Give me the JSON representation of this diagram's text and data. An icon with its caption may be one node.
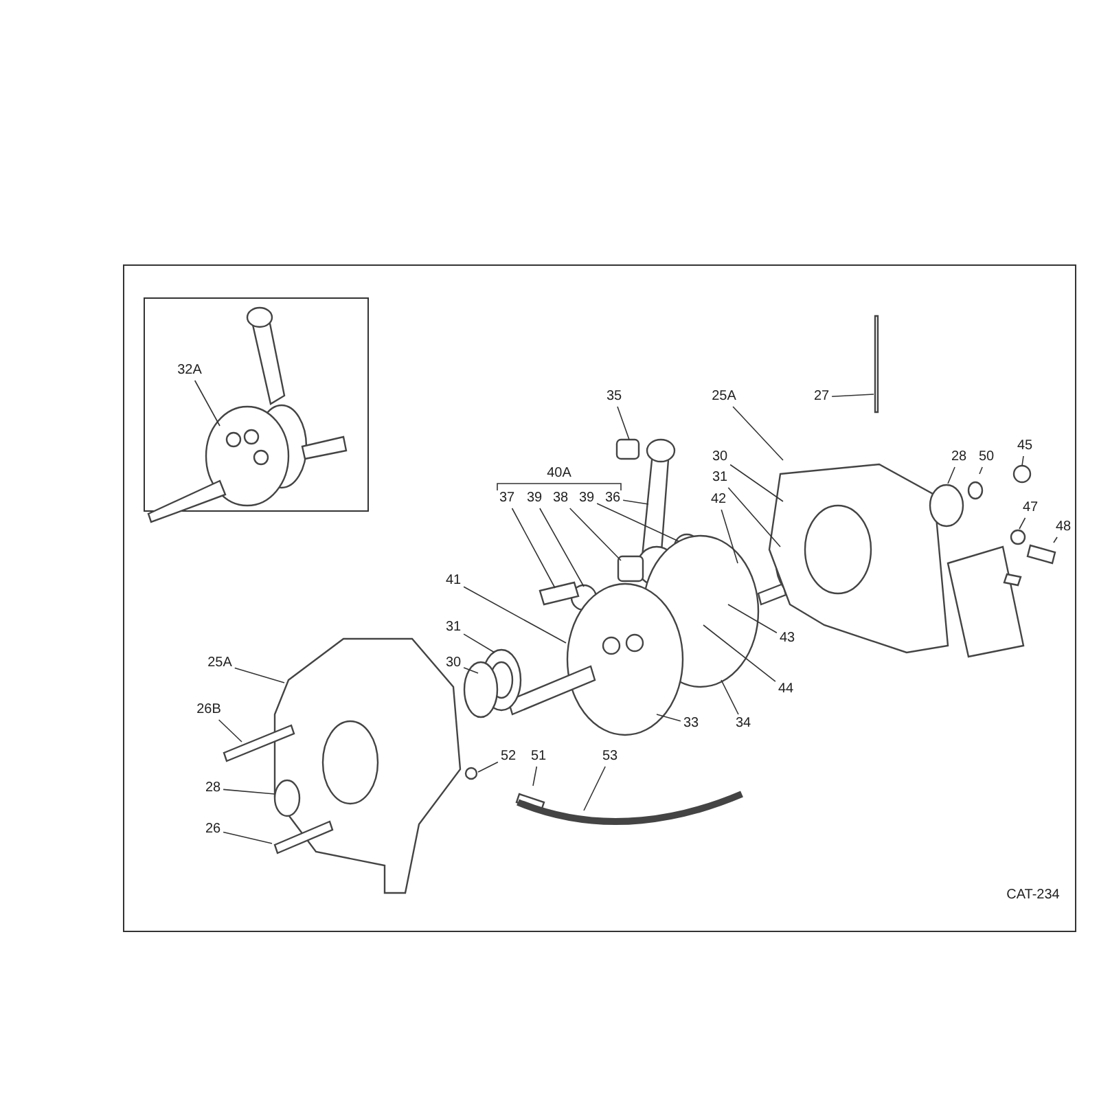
{
  "diagram": {
    "nodes": [
      {
        "text": [
          "32A"
        ]
      },
      {
        "text": [
          "35"
        ]
      },
      {
        "text": [
          "25A"
        ]
      },
      {
        "text": [
          "27"
        ]
      },
      {
        "text": [
          "30"
        ]
      },
      {
        "text": [
          "31"
        ]
      },
      {
        "text": [
          "42"
        ]
      },
      {
        "text": [
          "37"
        ]
      },
      {
        "text": [
          "39"
        ]
      },
      {
        "text": [
          "38"
        ]
      },
      {
        "text": [
          "39"
        ]
      },
      {
        "text": [
          "36"
        ]
      },
      {
        "text": [
          "43"
        ]
      },
      {
        "text": [
          "44"
        ]
      },
      {
        "text": [
          "41"
        ]
      },
      {
        "text": [
          "31"
        ]
      },
      {
        "text": [
          "30"
        ]
      },
      {
        "text": [
          "25A"
        ]
      },
      {
        "text": [
          "26B"
        ]
      },
      {
        "text": [
          "28"
        ]
      },
      {
        "text": [
          "26"
        ]
      },
      {
        "text": [
          "52"
        ]
      },
      {
        "text": [
          "51"
        ]
      },
      {
        "text": [
          "53"
        ]
      },
      {
        "text": [
          "33"
        ]
      },
      {
        "text": [
          "34"
        ]
      },
      {
        "text": [
          "28"
        ]
      },
      {
        "text": [
          "50"
        ]
      },
      {
        "text": [
          "45"
        ]
      },
      {
        "text": [
          "47"
        ]
      },
      {
        "text": [
          "48"
        ]
      }
    ],
    "edges": [
      {
        "from": 0,
        "to": null,
        "arrow": "none"
      },
      {
        "from": 1,
        "to": null,
        "arrow": "none"
      },
      {
        "from": 2,
        "to": null,
        "arrow": "none"
      },
      {
        "from": 3,
        "to": null,
        "arrow": "none"
      },
      {
        "from": 4,
        "to": null,
        "arrow": "none"
      },
      {
        "from": 5,
        "to": null,
        "arrow": "none"
      },
      {
        "from": 6,
        "to": null,
        "arrow": "none"
      },
      {
        "from": 7,
        "to": null,
        "arrow": "none"
      },
      {
        "from": 8,
        "to": null,
        "arrow": "none"
      },
      {
        "from": 9,
        "to": null,
        "arrow": "none"
      },
      {
        "from": 10,
        "to": null,
        "arrow": "none"
      },
      {
        "from": 11,
        "to": null,
        "arrow": "none"
      },
      {
        "from": 12,
        "to": null,
        "arrow": "none"
      },
      {
        "from": 13,
        "to": null,
        "arrow": "none"
      },
      {
        "from": 14,
        "to": null,
        "arrow": "none"
      },
      {
        "from": 15,
        "to": null,
        "arrow": "none"
      },
      {
        "from": 16,
        "to": null,
        "arrow": "none"
      },
      {
        "from": 17,
        "to": null,
        "arrow": "none"
      },
      {
        "from": 18,
        "to": null,
        "arrow": "none"
      },
      {
        "from": 19,
        "to": null,
        "arrow": "none"
      },
      {
        "from": 20,
        "to": null,
        "arrow": "none"
      },
      {
        "from": 21,
        "to": null,
        "arrow": "none"
      },
      {
        "from": 22,
        "to": null,
        "arrow": "none"
      },
      {
        "from": 23,
        "to": null,
        "arrow": "none"
      },
      {
        "from": 24,
        "to": null,
        "arrow": "none"
      },
      {
        "from": 25,
        "to": null,
        "arrow": "none"
      },
      {
        "from": 26,
        "to": null,
        "arrow": "none"
      },
      {
        "from": 27,
        "to": null,
        "arrow": "none"
      },
      {
        "from": 28,
        "to": null,
        "arrow": "none"
      },
      {
        "from": 29,
        "to": null,
        "arrow": "none"
      },
      {
        "from": 30,
        "to": null,
        "arrow": "none"
      }
    ],
    "labels": [
      "40A",
      "CAT-234"
    ]
  }
}
